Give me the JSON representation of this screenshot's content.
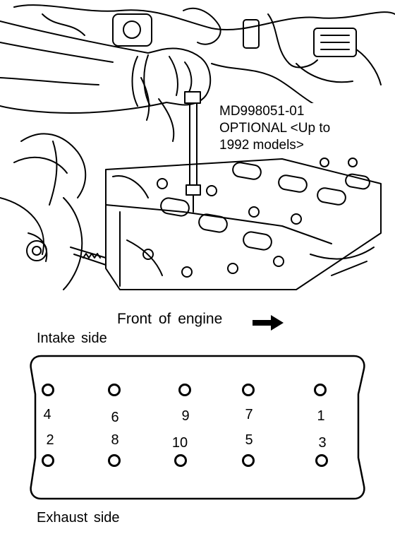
{
  "callout": {
    "line1": "MD998051-01",
    "line2": "OPTIONAL <Up to",
    "line3": "1992 models>"
  },
  "labels": {
    "front": "Front of engine",
    "intake": "Intake side",
    "exhaust": "Exhaust side"
  },
  "bolt_order": {
    "top_row": [
      "4",
      "6",
      "9",
      "7",
      "1"
    ],
    "bottom_row": [
      "2",
      "8",
      "10",
      "5",
      "3"
    ]
  },
  "icons": {
    "direction": "arrow-right-icon",
    "bolt": "bolt-hole-icon"
  }
}
